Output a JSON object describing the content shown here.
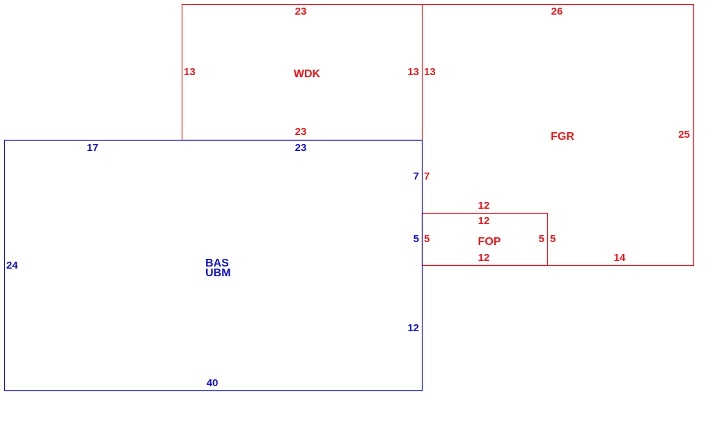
{
  "colors": {
    "upper": "#e8171b",
    "lower": "#1212c8",
    "background": "#ffffff"
  },
  "rooms": {
    "wdk": {
      "name": "WDK",
      "dims": {
        "top": "23",
        "bottom": "23",
        "left": "13",
        "right": "13"
      }
    },
    "fgr": {
      "name": "FGR",
      "dims": {
        "top": "26",
        "right": "25",
        "left_upper": "13",
        "left_lower": "7",
        "bottom": "14"
      }
    },
    "fop": {
      "name": "FOP",
      "dims": {
        "top_outer": "12",
        "top_inner": "12",
        "bottom": "12",
        "left": "5",
        "right_inner": "5",
        "right_outer": "5"
      }
    },
    "bas_ubm": {
      "names": [
        "BAS",
        "UBM"
      ],
      "dims": {
        "top_left": "17",
        "top_right": "23",
        "left": "24",
        "bottom": "40",
        "right_upper": "7",
        "right_middle": "5",
        "right_lower": "12"
      }
    }
  }
}
